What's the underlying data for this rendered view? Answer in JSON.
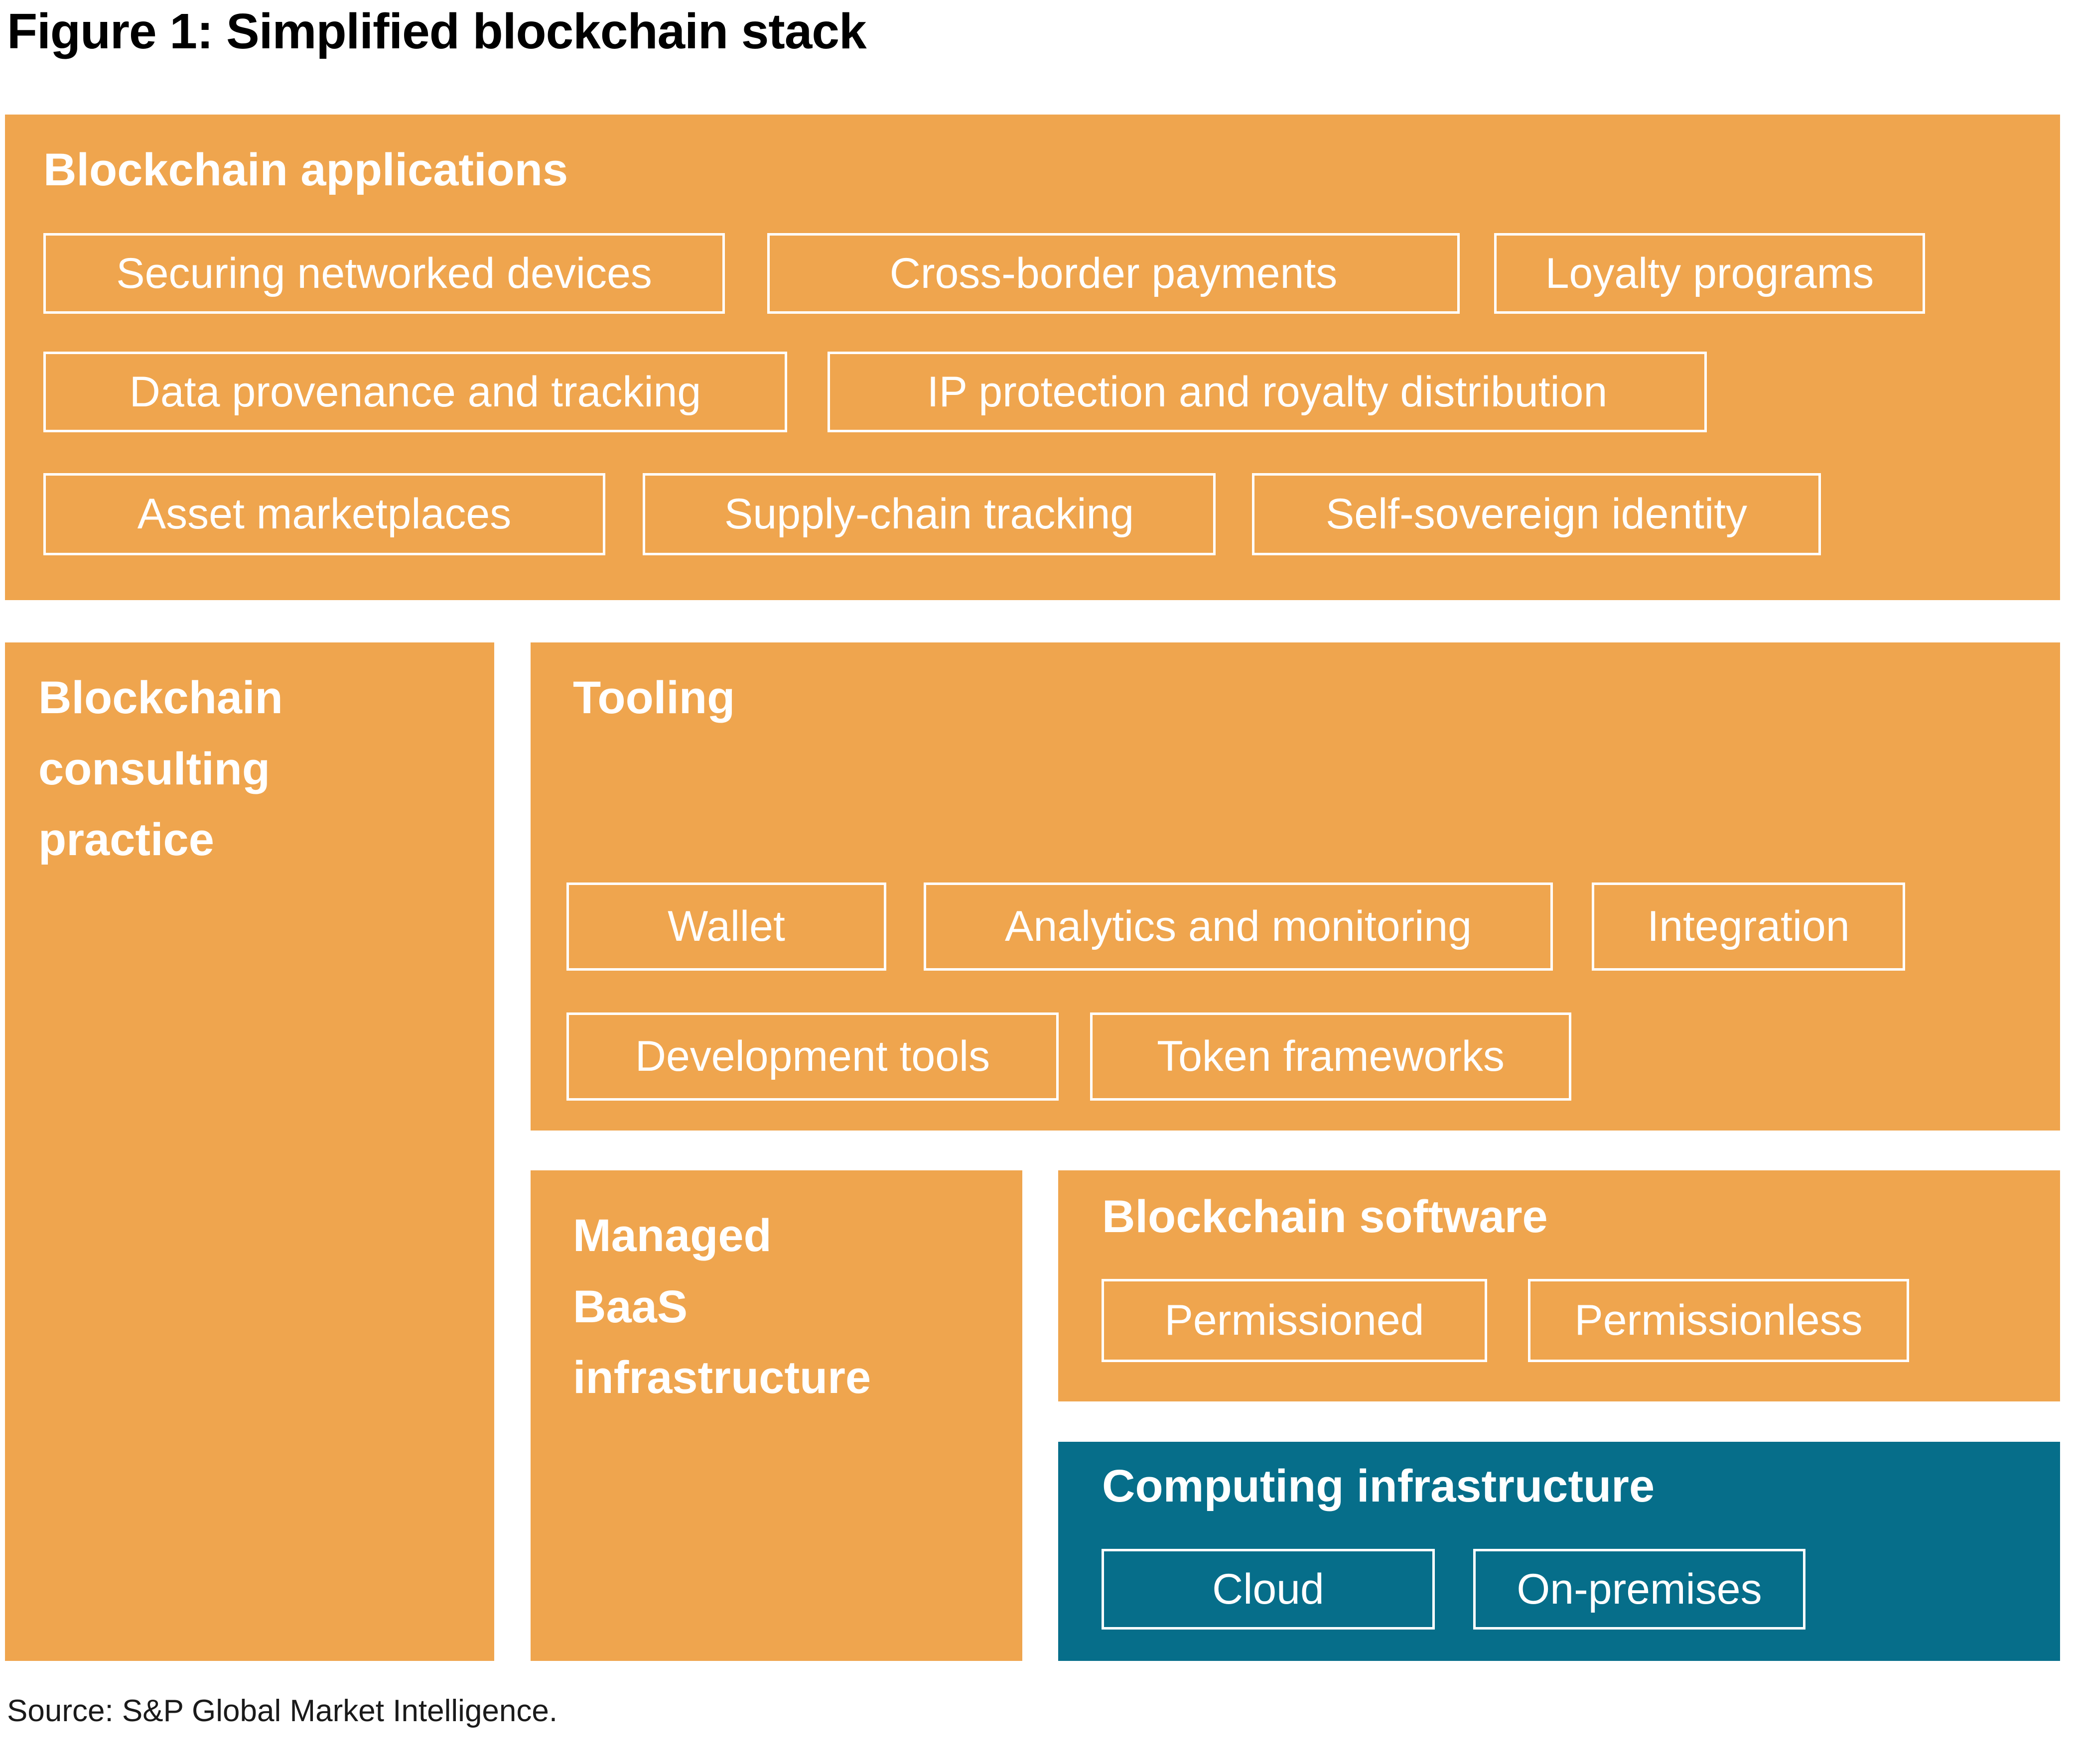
{
  "title": "Figure 1: Simplified blockchain stack",
  "source": "Source: S&P Global Market Intelligence.",
  "colors": {
    "orange": "#EFA54E",
    "teal": "#066E8A",
    "box_border": "#FFFFFF",
    "block_text": "#FFFFFF",
    "title_text": "#000000",
    "source_text": "#1A1A1A"
  },
  "applications": {
    "heading": "Blockchain applications",
    "rows": [
      [
        "Securing networked devices",
        "Cross-border payments",
        "Loyalty programs"
      ],
      [
        "Data provenance and tracking",
        "IP protection and royalty distribution"
      ],
      [
        "Asset marketplaces",
        "Supply-chain tracking",
        "Self-sovereign identity"
      ]
    ]
  },
  "consulting": {
    "heading_lines": [
      "Blockchain",
      "consulting",
      "practice"
    ]
  },
  "tooling": {
    "heading": "Tooling",
    "rows": [
      [
        "Wallet",
        "Analytics and monitoring",
        "Integration"
      ],
      [
        "Development tools",
        "Token frameworks"
      ]
    ]
  },
  "baas": {
    "heading_lines": [
      "Managed",
      "BaaS",
      "infrastructure"
    ]
  },
  "software": {
    "heading": "Blockchain software",
    "items": [
      "Permissioned",
      "Permissionless"
    ]
  },
  "computing": {
    "heading": "Computing infrastructure",
    "items": [
      "Cloud",
      "On-premises"
    ]
  }
}
